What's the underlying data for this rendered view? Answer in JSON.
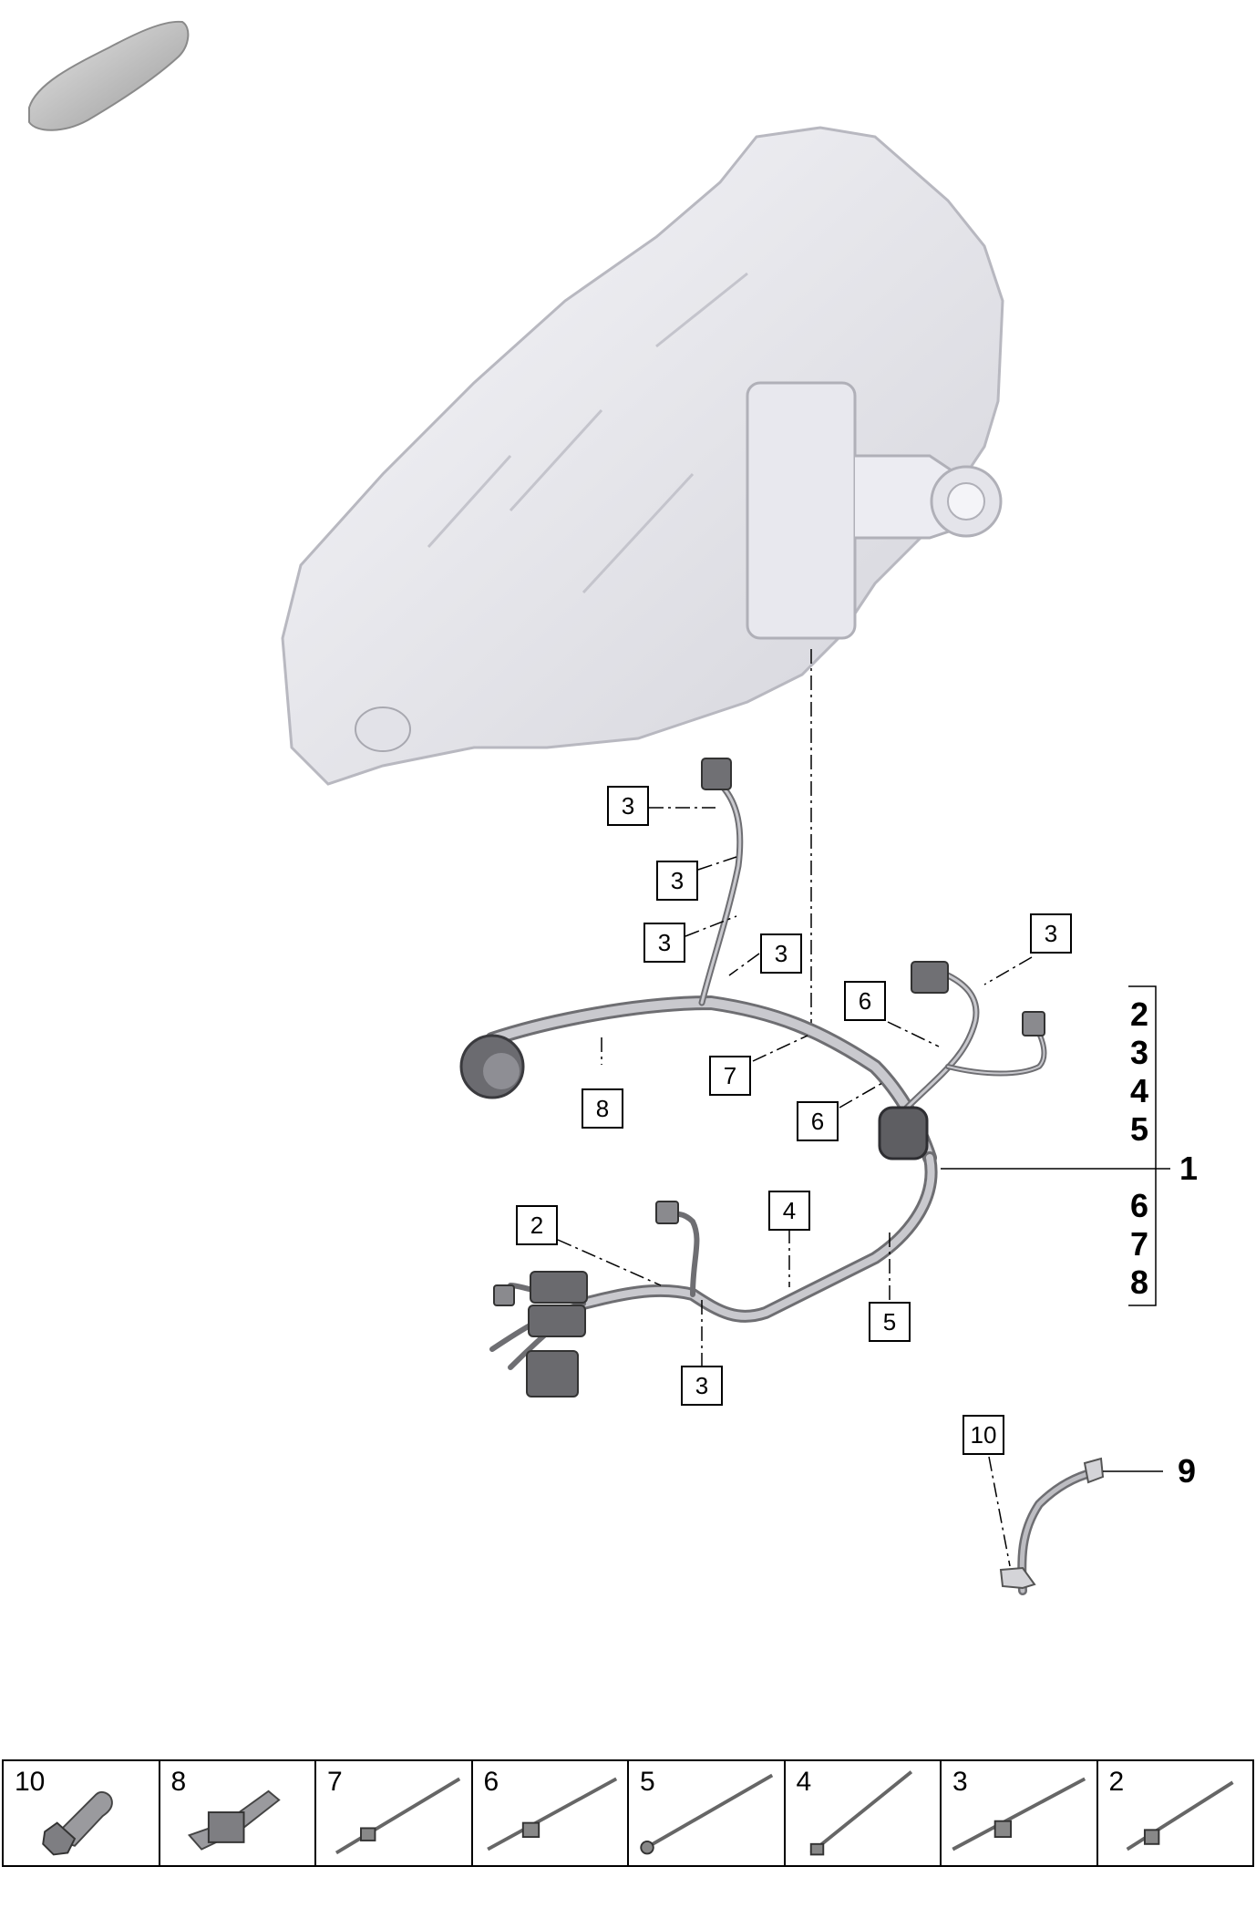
{
  "callouts": [
    "3",
    "3",
    "3",
    "3",
    "3",
    "6",
    "8",
    "7",
    "6",
    "2",
    "4",
    "5",
    "3",
    "10"
  ],
  "right_list": {
    "top": [
      "2",
      "3",
      "4",
      "5"
    ],
    "bottom": [
      "6",
      "7",
      "8"
    ],
    "main": "1"
  },
  "part_9": "9",
  "legend": [
    "10",
    "8",
    "7",
    "6",
    "5",
    "4",
    "3",
    "2"
  ]
}
